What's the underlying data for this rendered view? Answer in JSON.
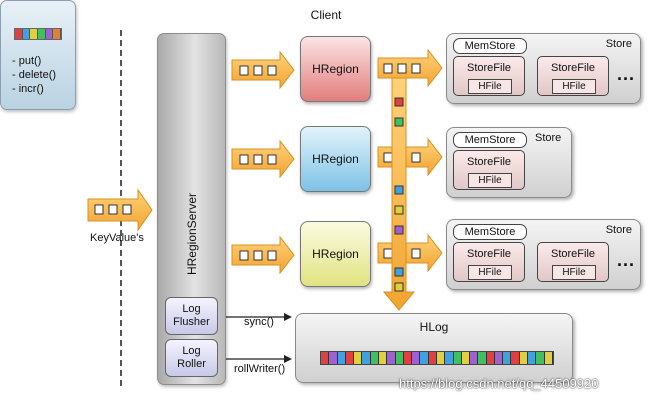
{
  "client": {
    "title": "Client",
    "methods": [
      "- put()",
      "- delete()",
      "- incr()"
    ]
  },
  "keyvalue_label": "KeyValue's",
  "region_server": {
    "title": "HRegionServer"
  },
  "log_flusher": {
    "line1": "Log",
    "line2": "Flusher"
  },
  "log_roller": {
    "line1": "Log",
    "line2": "Roller"
  },
  "sync_label": "sync()",
  "rollwriter_label": "rollWriter()",
  "regions": [
    {
      "label": "HRegion",
      "color": "#e88a8a"
    },
    {
      "label": "HRegion",
      "color": "#8cc7e8"
    },
    {
      "label": "HRegion",
      "color": "#e8e890"
    }
  ],
  "stores": [
    {
      "memstore": "MemStore",
      "store": "Store",
      "storefiles": [
        "StoreFile",
        "StoreFile"
      ],
      "hfile": "HFile",
      "more": "..."
    },
    {
      "memstore": "MemStore",
      "store": "Store",
      "storefiles": [
        "StoreFile"
      ],
      "hfile": "HFile"
    },
    {
      "memstore": "MemStore",
      "store": "Store",
      "storefiles": [
        "StoreFile",
        "StoreFile"
      ],
      "hfile": "HFile",
      "more": "..."
    }
  ],
  "hlog": {
    "title": "HLog"
  },
  "watermark": "https://blog.csdn.net/qq_44509920",
  "colors": {
    "arrow": "#f5b03a",
    "arrow_border": "#d89020",
    "cell_colors": [
      "#e04040",
      "#40a0e0",
      "#e0d040",
      "#40c060",
      "#a060d0"
    ]
  }
}
